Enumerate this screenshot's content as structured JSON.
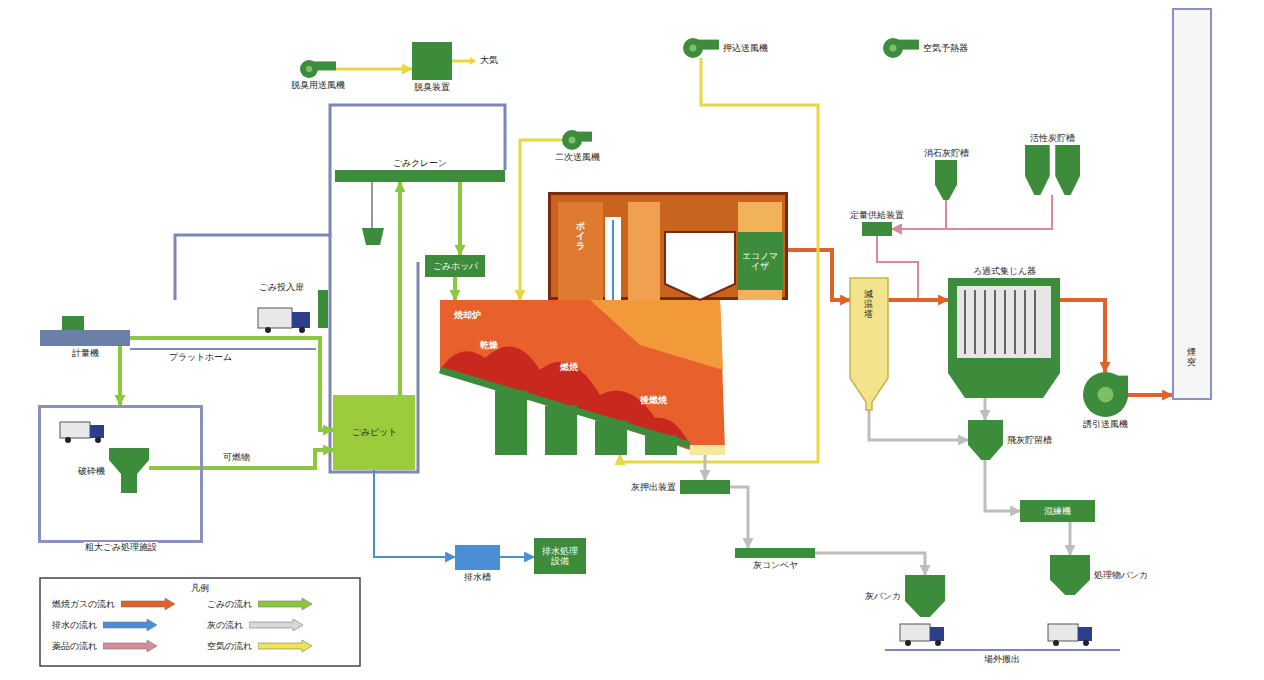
{
  "diagram": {
    "nodes": [
      {
        "text": [
          "計量機"
        ]
      },
      {
        "text": [
          "粗大ごみ処理施設"
        ]
      },
      {
        "text": [
          "破砕機"
        ],
        "in": 1
      },
      {
        "text": [
          "脱臭用送風機"
        ]
      },
      {
        "text": [
          "脱臭装置"
        ]
      },
      {
        "text": [
          "ごみクレーン"
        ]
      },
      {
        "text": [
          "ごみピット"
        ]
      },
      {
        "text": [
          "ごみホッパ"
        ]
      },
      {
        "text": [
          "焼却炉",
          "乾燥",
          "燃焼",
          "後燃焼"
        ]
      },
      {
        "text": [
          "ボイラ"
        ]
      },
      {
        "text": [
          "エコノマイザ"
        ],
        "in": 9
      },
      {
        "text": [
          "減温塔"
        ]
      },
      {
        "text": [
          "ろ過式集じん器"
        ]
      },
      {
        "text": [
          "誘引送風機"
        ]
      },
      {
        "text": [
          "煙突"
        ]
      },
      {
        "text": [
          "押込送風機"
        ]
      },
      {
        "text": [
          "二次送風機"
        ]
      },
      {
        "text": [
          "空気予熱器"
        ]
      },
      {
        "text": [
          "消石灰貯槽"
        ]
      },
      {
        "text": [
          "活性炭貯槽"
        ]
      },
      {
        "text": [
          "定量供給装置"
        ]
      },
      {
        "text": [
          "灰押出装置"
        ]
      },
      {
        "text": [
          "灰コンベヤ"
        ]
      },
      {
        "text": [
          "灰バンカ"
        ]
      },
      {
        "text": [
          "飛灰貯留槽"
        ]
      },
      {
        "text": [
          "混練機"
        ]
      },
      {
        "text": [
          "処理物バンカ"
        ]
      },
      {
        "text": [
          "排水処理設備"
        ]
      },
      {
        "text": [
          "排水槽"
        ]
      }
    ],
    "edges": [
      {
        "from": 0,
        "to": 6,
        "arrow": "to"
      },
      {
        "from": 0,
        "to": 1,
        "arrow": "to"
      },
      {
        "from": 2,
        "to": 6,
        "arrow": "to"
      },
      {
        "from": 6,
        "to": 5,
        "arrow": "to"
      },
      {
        "from": 5,
        "to": 7,
        "arrow": "to"
      },
      {
        "from": 7,
        "to": 8,
        "arrow": "to"
      },
      {
        "from": 9,
        "to": 11,
        "arrow": "to"
      },
      {
        "from": 11,
        "to": 12,
        "arrow": "to"
      },
      {
        "from": 12,
        "to": 13,
        "arrow": "to"
      },
      {
        "from": 13,
        "to": 14,
        "arrow": "to"
      },
      {
        "from": 15,
        "to": 8,
        "arrow": "to"
      },
      {
        "from": 16,
        "to": 8,
        "arrow": "to"
      },
      {
        "from": 3,
        "to": 4,
        "arrow": "to"
      },
      {
        "from": 18,
        "to": 20,
        "arrow": "to"
      },
      {
        "from": 19,
        "to": 20,
        "arrow": "to"
      },
      {
        "from": 8,
        "to": 21,
        "arrow": "to"
      },
      {
        "from": 21,
        "to": 22,
        "arrow": "to"
      },
      {
        "from": 22,
        "to": 23,
        "arrow": "to"
      },
      {
        "from": 12,
        "to": 24,
        "arrow": "to"
      },
      {
        "from": 11,
        "to": 24,
        "arrow": "to"
      },
      {
        "from": 24,
        "to": 25,
        "arrow": "to"
      },
      {
        "from": 25,
        "to": 26,
        "arrow": "to"
      },
      {
        "from": 6,
        "to": 28,
        "arrow": "to"
      },
      {
        "from": 28,
        "to": 27,
        "arrow": "to"
      }
    ],
    "labels": [
      "大気",
      "ごみ投入扉",
      "プラットホーム",
      "可燃物",
      "場外搬出",
      "凡例"
    ],
    "legend": [
      {
        "text": "燃焼ガスの流れ",
        "color": "#e0612a"
      },
      {
        "text": "排水の流れ",
        "color": "#4a8fd6"
      },
      {
        "text": "薬品の流れ",
        "color": "#d98a9a"
      },
      {
        "text": "ごみの流れ",
        "color": "#8dc63f"
      },
      {
        "text": "灰の流れ",
        "color": "#d9d9d9"
      },
      {
        "text": "空気の流れ",
        "color": "#efe35a"
      }
    ]
  }
}
